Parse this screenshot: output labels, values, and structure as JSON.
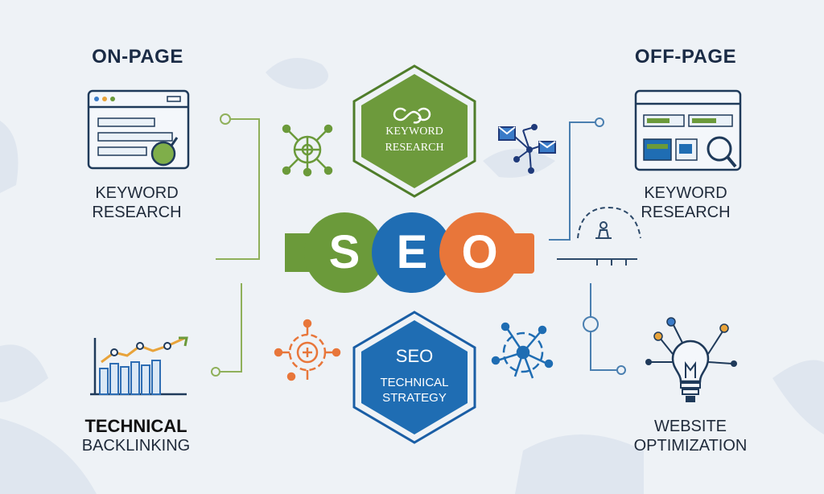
{
  "headings": {
    "on_page": "ON-PAGE",
    "off_page": "OFF-PAGE"
  },
  "left": {
    "top_label": [
      "KEYWORD",
      "RESEARCH"
    ],
    "bottom_label": [
      "TECHNICAL",
      "BACKLINKING"
    ]
  },
  "right": {
    "top_label": [
      "KEYWORD",
      "RESEARCH"
    ],
    "bottom_label": [
      "WEBSITE",
      "OPTIMIZATION"
    ]
  },
  "center": {
    "seo_letters": [
      "S",
      "E",
      "O"
    ],
    "top_hex_text": [
      "KEYWORD",
      "RESEARCH"
    ],
    "bottom_hex_title": "SEO",
    "bottom_hex_text": [
      "TECHNICAL",
      "STRATEGY"
    ]
  },
  "colors": {
    "green": "#6b9a3a",
    "blue": "#1f6db3",
    "orange": "#e8763a",
    "navy": "#1f3a5a",
    "background": "#eef2f6"
  },
  "icons": {
    "browser_search": "browser-window-search-icon",
    "network_hub": "network-hub-icon",
    "mail_network": "mail-network-icon",
    "dashboard_search": "dashboard-search-icon",
    "person_arc": "person-arc-icon",
    "bar_growth": "bar-chart-growth-icon",
    "gear_target": "gear-target-icon",
    "globe_network": "globe-network-icon",
    "lightbulb": "lightbulb-idea-icon",
    "infinity": "infinity-icon"
  }
}
